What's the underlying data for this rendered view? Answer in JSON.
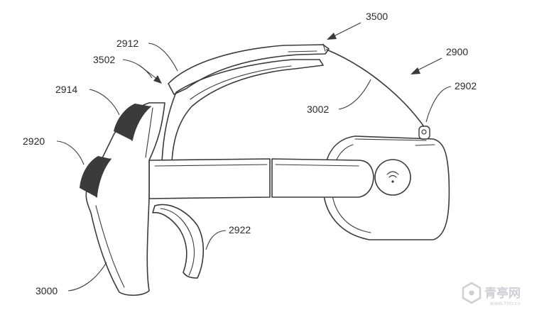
{
  "labels": {
    "l3500": "3500",
    "l2912": "2912",
    "l3502": "3502",
    "l2900": "2900",
    "l2914": "2914",
    "l2902": "2902",
    "l3002": "3002",
    "l2920": "2920",
    "l2922": "2922",
    "l3000": "3000"
  },
  "watermark": {
    "brand": "青亭网",
    "url": "www.7tin.cn"
  }
}
